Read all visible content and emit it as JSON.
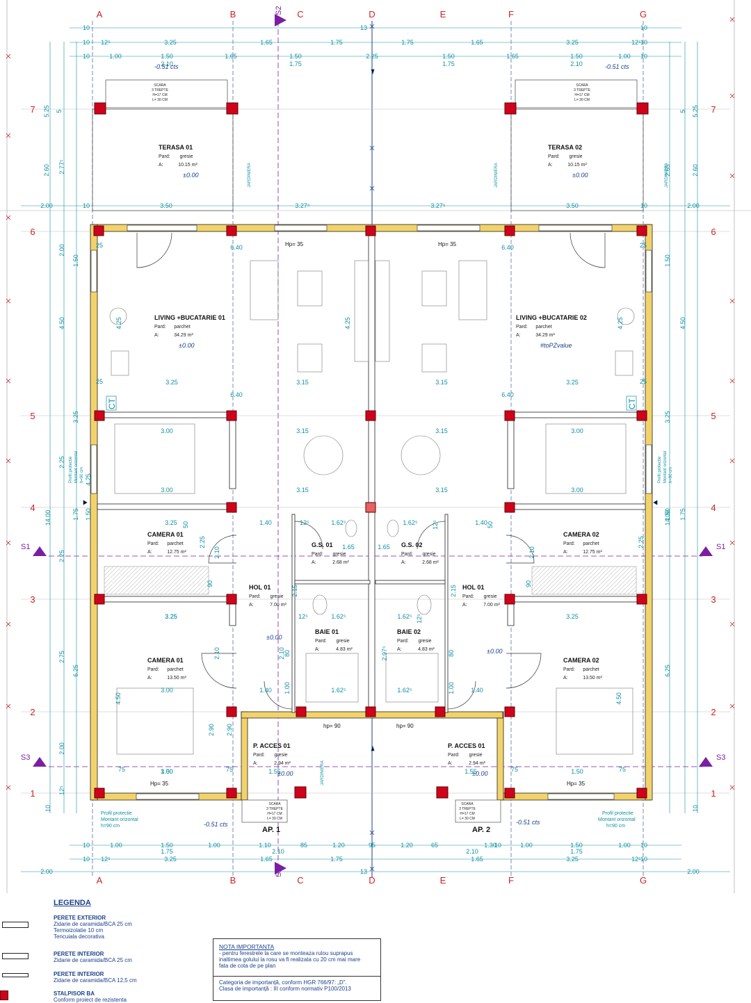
{
  "colors": {
    "wall": "#222222",
    "column": "#d0021b",
    "axis": "#1a3f8a",
    "dim": "#0d8fa3",
    "mark": "#cc2222",
    "section": "#7a1fa2",
    "insul": "#f2d36b"
  },
  "axes_h": [
    "A",
    "B",
    "C",
    "D",
    "E",
    "F",
    "G"
  ],
  "axes_v": [
    "7",
    "6",
    "5",
    "4",
    "3",
    "2",
    "1"
  ],
  "sections": {
    "s1": "S1",
    "s2": "S2",
    "s3": "S3"
  },
  "dims_top": {
    "r0": [
      "10",
      "13",
      "10"
    ],
    "r1": [
      "10",
      "12⁵",
      "3.25",
      "1.65",
      "1.75",
      "1.75",
      "1.65",
      "3.25",
      "12⁵",
      "10"
    ],
    "r2": [
      "10",
      "1.00",
      "1.50",
      "1.65",
      "1.50",
      "2.25",
      "1.50",
      "1.65",
      "1.50",
      "1.00",
      "10"
    ],
    "r3": [
      "2.10",
      "1.75",
      "1.75",
      "2.10"
    ]
  },
  "dims_bottom": {
    "r1": [
      "10",
      "1.00",
      "1.50",
      "1.00",
      "1.10",
      "85",
      "1.20",
      "95",
      "1.20",
      "65",
      "1.30",
      "10",
      "1.00",
      "1.50",
      "1.00",
      "10"
    ],
    "r2": [
      "1.75",
      "2.10",
      "2.10",
      "1.75"
    ],
    "r3": [
      "10",
      "12⁵",
      "3.25",
      "1.65",
      "1.75",
      "1.65",
      "3.25",
      "12⁵",
      "10"
    ],
    "r4": [
      "2.00",
      "13",
      "2.00"
    ]
  },
  "dims_left": [
    "5.25",
    "5",
    "2.60",
    "2.77⁵",
    "2.00",
    "1.50",
    "4.50",
    "4.25",
    "3.25",
    "2.25",
    "14.00",
    "1.75",
    "1.50",
    "2.25",
    "2.75",
    "6.25",
    "2.00",
    "12⁵",
    "10"
  ],
  "dims_right": [
    "5.25",
    "5",
    "2.65",
    "2.60",
    "1.50",
    "4.50",
    "4.25",
    "3.25",
    "14.00",
    "1.75",
    "1.50",
    "6.25",
    "10"
  ],
  "dims_mid": [
    "2.00",
    "10",
    "3.50",
    "3.27⁵",
    "3.27⁵",
    "3.50",
    "10",
    "2.00"
  ],
  "inner_dims": [
    "6.40",
    "6.40",
    "3.25",
    "3.15",
    "3.15",
    "3.25",
    "6.40",
    "6.40",
    "3.00",
    "3.15",
    "3.15",
    "3.00",
    "3.00",
    "3.15",
    "3.15",
    "3.00",
    "3.25",
    "1.40",
    "1.62⁵",
    "1.62⁵",
    "1.40",
    "3.25",
    "3.25",
    "1.62⁵",
    "1.62⁵",
    "3.25",
    "3.00",
    "1.40",
    "1.62⁵",
    "1.62⁵",
    "1.40",
    "3.00",
    "1.50",
    "1.55",
    "1.55",
    "1.50",
    "2.90",
    "2.90",
    "4.25",
    "4.25",
    "2.25",
    "2.25",
    "4.50",
    "4.50",
    "2.10",
    "2.15",
    "2.15",
    "2.10",
    "2.10",
    "2.10",
    "1.00",
    "1.00",
    "2.97⁵",
    "80",
    "80",
    "90",
    "90",
    "50",
    "50",
    "75",
    "75",
    "75",
    "75",
    "25",
    "25",
    "25",
    "25",
    "12⁵",
    "12⁵",
    "12⁵",
    "12⁵",
    "1.65",
    "1.65"
  ],
  "rooms": [
    {
      "name": "TERASA 01",
      "pard_label": "Pard:",
      "pard": "gresie",
      "area_label": "A:",
      "area": "10.15 m²",
      "level": "±0.00"
    },
    {
      "name": "TERASA 02",
      "pard_label": "Pard:",
      "pard": "gresie",
      "area_label": "A:",
      "area": "10.15 m²",
      "level": "±0.00"
    },
    {
      "name": "LIVING +BUCATARIE 01",
      "pard_label": "Pard:",
      "pard": "parchet",
      "area_label": "A:",
      "area": "34.29 m²",
      "level": "±0.00"
    },
    {
      "name": "LIVING +BUCATARIE 02",
      "pard_label": "Pard:",
      "pard": "parchet",
      "area_label": "A:",
      "area": "34.29 m²",
      "level": "#toPZvalue"
    },
    {
      "name": "CAMERA 01",
      "pard_label": "Pard:",
      "pard": "parchet",
      "area_label": "A:",
      "area": "12.75 m²"
    },
    {
      "name": "CAMERA 02",
      "pard_label": "Pard:",
      "pard": "parchet",
      "area_label": "A:",
      "area": "12.75 m²"
    },
    {
      "name": "G.S. 01",
      "pard_label": "Pard:",
      "pard": "gresie",
      "area_label": "A:",
      "area": "2.68 m²"
    },
    {
      "name": "G.S. 02",
      "pard_label": "Pard:",
      "pard": "gresie",
      "area_label": "A:",
      "area": "2.68 m²"
    },
    {
      "name": "HOL 01",
      "pard_label": "Pard:",
      "pard": "gresie",
      "area_label": "A:",
      "area": "7.00 m²"
    },
    {
      "name": "HOL 01",
      "pard_label": "Pard:",
      "pard": "gresie",
      "area_label": "A:",
      "area": "7.00 m²"
    },
    {
      "name": "BAIE 01",
      "pard_label": "Pard:",
      "pard": "gresie",
      "area_label": "A:",
      "area": "4.83 m²"
    },
    {
      "name": "BAIE 02",
      "pard_label": "Pard:",
      "pard": "gresie",
      "area_label": "A:",
      "area": "4.83 m²"
    },
    {
      "name": "CAMERA 01",
      "pard_label": "Pard:",
      "pard": "parchet",
      "area_label": "A:",
      "area": "13.50 m²"
    },
    {
      "name": "CAMERA 02",
      "pard_label": "Pard:",
      "pard": "parchet",
      "area_label": "A:",
      "area": "13.50 m²"
    },
    {
      "name": "P. ACCES 01",
      "pard_label": "Pard:",
      "pard": "gresie",
      "area_label": "A:",
      "area": "2.94 m²",
      "level": "±0.00"
    },
    {
      "name": "P. ACCES 01",
      "pard_label": "Pard:",
      "pard": "gresie",
      "area_label": "A:",
      "area": "2.94 m²",
      "level": "±0.00"
    }
  ],
  "levels": {
    "hol_left": "±0.00",
    "hol_right": "±0.00",
    "ext_top_left": "-0.51 cts",
    "ext_top_right": "-0.51 cts",
    "ext_bottom_left": "-0.51 cts",
    "ext_bottom_right": "-0.51 cts"
  },
  "stairs": {
    "label": "SCARA",
    "steps": "3 TREPTE",
    "h": "H=17 CM",
    "l": "L= 30 CM"
  },
  "apartments": [
    "AP. 1",
    "AP. 2"
  ],
  "window_heights": {
    "hp35": "Hp= 35",
    "hp90": "hp= 90"
  },
  "vertical_labels": {
    "jardiniera": "JARDINIERA",
    "ct": "CT",
    "profil": "Profil protectie",
    "montant": "Montant orizontal",
    "h90": "h=90 cm"
  },
  "profil_bottom": {
    "l1": "Profil protectie",
    "l2": "Montant orizontal",
    "l3": "h=90 cm"
  },
  "legend": {
    "title": "LEGENDA",
    "items": [
      {
        "title": "PERETE EXTERIOR",
        "l1": "Zidarie de caramida/BCA 25 cm",
        "l2": "Termoizolatie 10 cm",
        "l3": "Tencuiala decorativa"
      },
      {
        "title": "PERETE INTERIOR",
        "l1": "Zidarie de caramida/BCA 25 cm",
        "l2": "",
        "l3": ""
      },
      {
        "title": "PERETE INTERIOR",
        "l1": "Zidarie de caramida/BCA 12,5 cm",
        "l2": "",
        "l3": ""
      },
      {
        "title": "STALPISOR BA",
        "l1": "Conform proiect de rezistenta",
        "l2": "",
        "l3": ""
      }
    ]
  },
  "note": {
    "title": "NOTA IMPORTANTA",
    "l1": "- pentru ferestrele la care se monteaza rulou suprapus",
    "l2": "inaltimea golului la rosu va fi realizata cu 20 cm mai mare",
    "l3": "fata de cota de pe plan",
    "l4": "Categoria de importanță, conform HGR 766/97: „D”.",
    "l5": "Clasa de importanță : III conform normativ P100/2013"
  }
}
